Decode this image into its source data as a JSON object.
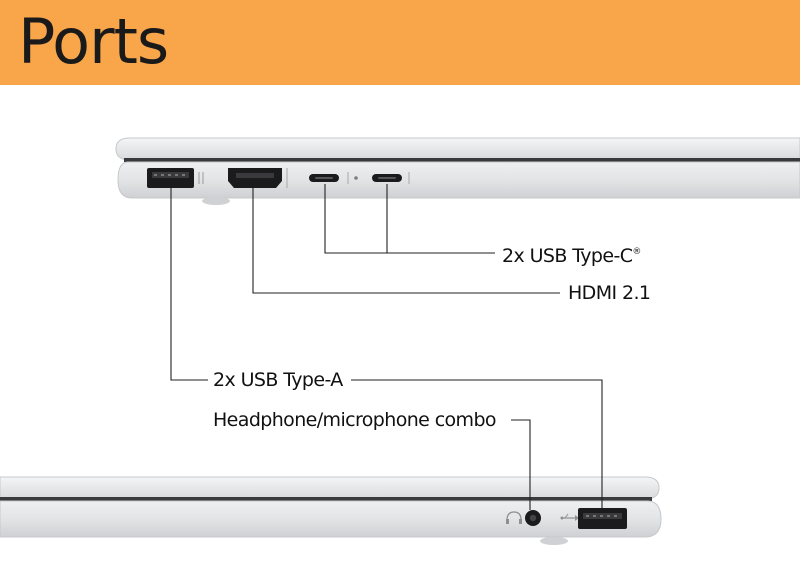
{
  "header": {
    "title": "Ports",
    "background": "#f9a54a"
  },
  "labels": {
    "usb_c": "2x USB Type-C",
    "usb_c_mark": "®",
    "hdmi": "HDMI 2.1",
    "usb_a": "2x USB Type-A",
    "audio": "Headphone/microphone combo"
  },
  "colors": {
    "chassis": "#e7e8ea",
    "chassis_edge": "#c9cbce",
    "port": "#1b1b1d",
    "leader_line": "#222222"
  }
}
